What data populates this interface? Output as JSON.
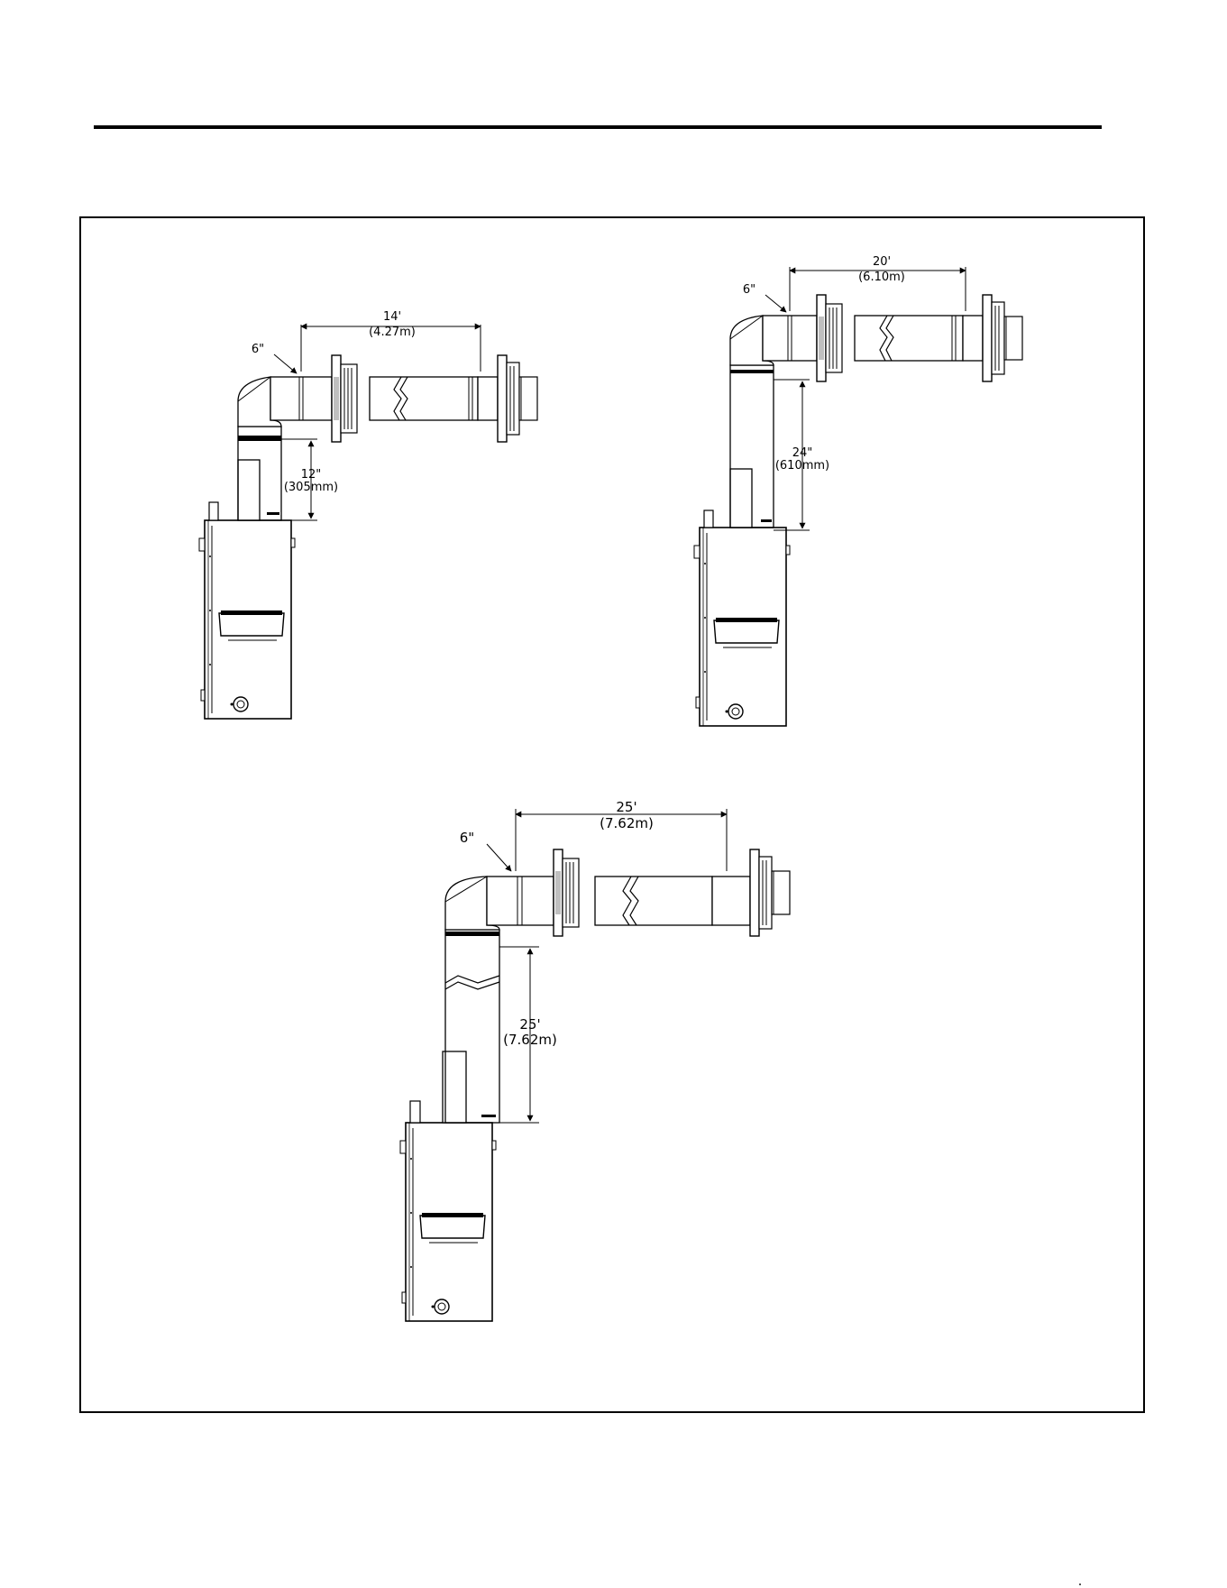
{
  "diagrams": [
    {
      "id": "config-1",
      "horizontal_run": "14'",
      "horizontal_run_metric": "(4.27m)",
      "vertical_rise": "12\"",
      "vertical_rise_metric": "(305mm)",
      "offset_label": "6\""
    },
    {
      "id": "config-2",
      "horizontal_run": "20'",
      "horizontal_run_metric": "(6.10m)",
      "vertical_rise": "24\"",
      "vertical_rise_metric": "(610mm)",
      "offset_label": "6\""
    },
    {
      "id": "config-3",
      "horizontal_run": "25'",
      "horizontal_run_metric": "(7.62m)",
      "vertical_rise": "25'",
      "vertical_rise_metric": "(7.62m)",
      "offset_label": "6\""
    }
  ]
}
